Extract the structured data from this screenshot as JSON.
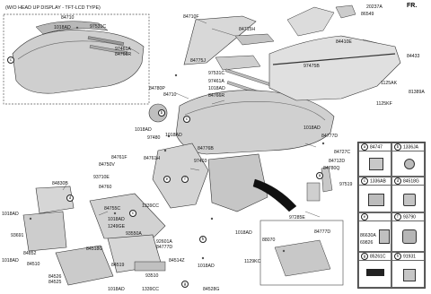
{
  "inset_title": "(W/O HEAD UP DISPLAY - TFT-LCD TYPE)",
  "direction": "FR.",
  "labels": {
    "inset_top": "84710",
    "inset_1018": "1018AD",
    "inset_97531c": "97531C",
    "inset_97461a": "97461A",
    "inset_84766r": "84766R",
    "l84710f": "84710F",
    "l84715h": "84715H",
    "l20237a": "20237A",
    "l86549": "86549",
    "l84410e": "84410E",
    "l97475b": "97475B",
    "l84433": "84433",
    "l1125ak": "1125AK",
    "l81389a": "81389A",
    "l1125kf": "1125KF",
    "l84775j": "84775J",
    "l97531c": "97531C",
    "l97461a": "97461A",
    "l1018ad_a": "1018AD",
    "l84766r": "84766R",
    "l84780p": "84780P",
    "l84710": "84710",
    "l1018ad_b": "1018AD",
    "l97480": "97480",
    "l1018ad_c": "1018AD",
    "l84776b": "84776B",
    "l1018ad_d": "1018AD",
    "l84777d_a": "84777D",
    "l84727c": "84727C",
    "l84712d": "84712D",
    "l84780q": "84780Q",
    "l84761f": "84761F",
    "l84761h": "84761H",
    "l84750v": "84750V",
    "l93710e": "93710E",
    "l84760": "84760",
    "l97403": "97403",
    "l97519": "97519",
    "l84830b": "84830B",
    "l84755c": "84755C",
    "l1339cc_a": "1339CC",
    "l1018ad_e": "1018AD",
    "l1018ad_f": "1018AD",
    "l1249ge": "1249GE",
    "l93691": "93691",
    "l84852": "84852",
    "l1018ad_g": "1018AD",
    "l93550a": "93550A",
    "l92601a": "92601A",
    "l84777d_b": "84777D",
    "l84518g": "84518G",
    "l84514z": "84514Z",
    "l84519": "84519",
    "l84510": "84510",
    "l84526": "84526",
    "l84525": "84525",
    "l93510": "93510",
    "l1018ad_h": "1018AD",
    "l1339cc_b": "1339CC",
    "l84528g": "84528G",
    "l1018ad_i": "1018AD",
    "l97285e": "97285E",
    "l1018ad_j": "1018AD",
    "l88070": "88070",
    "l84777d_c": "84777D",
    "l1129kc": "1129KC"
  },
  "parts_table": [
    {
      "key": "a",
      "part": "84747"
    },
    {
      "key": "b",
      "part": "1336JA"
    },
    {
      "key": "c",
      "part": "1336AB"
    },
    {
      "key": "d",
      "part": "84518G"
    },
    {
      "key": "e",
      "part": "",
      "subparts": [
        "86630A",
        "69826"
      ]
    },
    {
      "key": "f",
      "part": "93790"
    },
    {
      "key": "g",
      "part": "85261C"
    },
    {
      "key": "h",
      "part": "91931"
    }
  ],
  "callouts": [
    "a",
    "b",
    "c",
    "d",
    "e",
    "f",
    "g",
    "h"
  ]
}
